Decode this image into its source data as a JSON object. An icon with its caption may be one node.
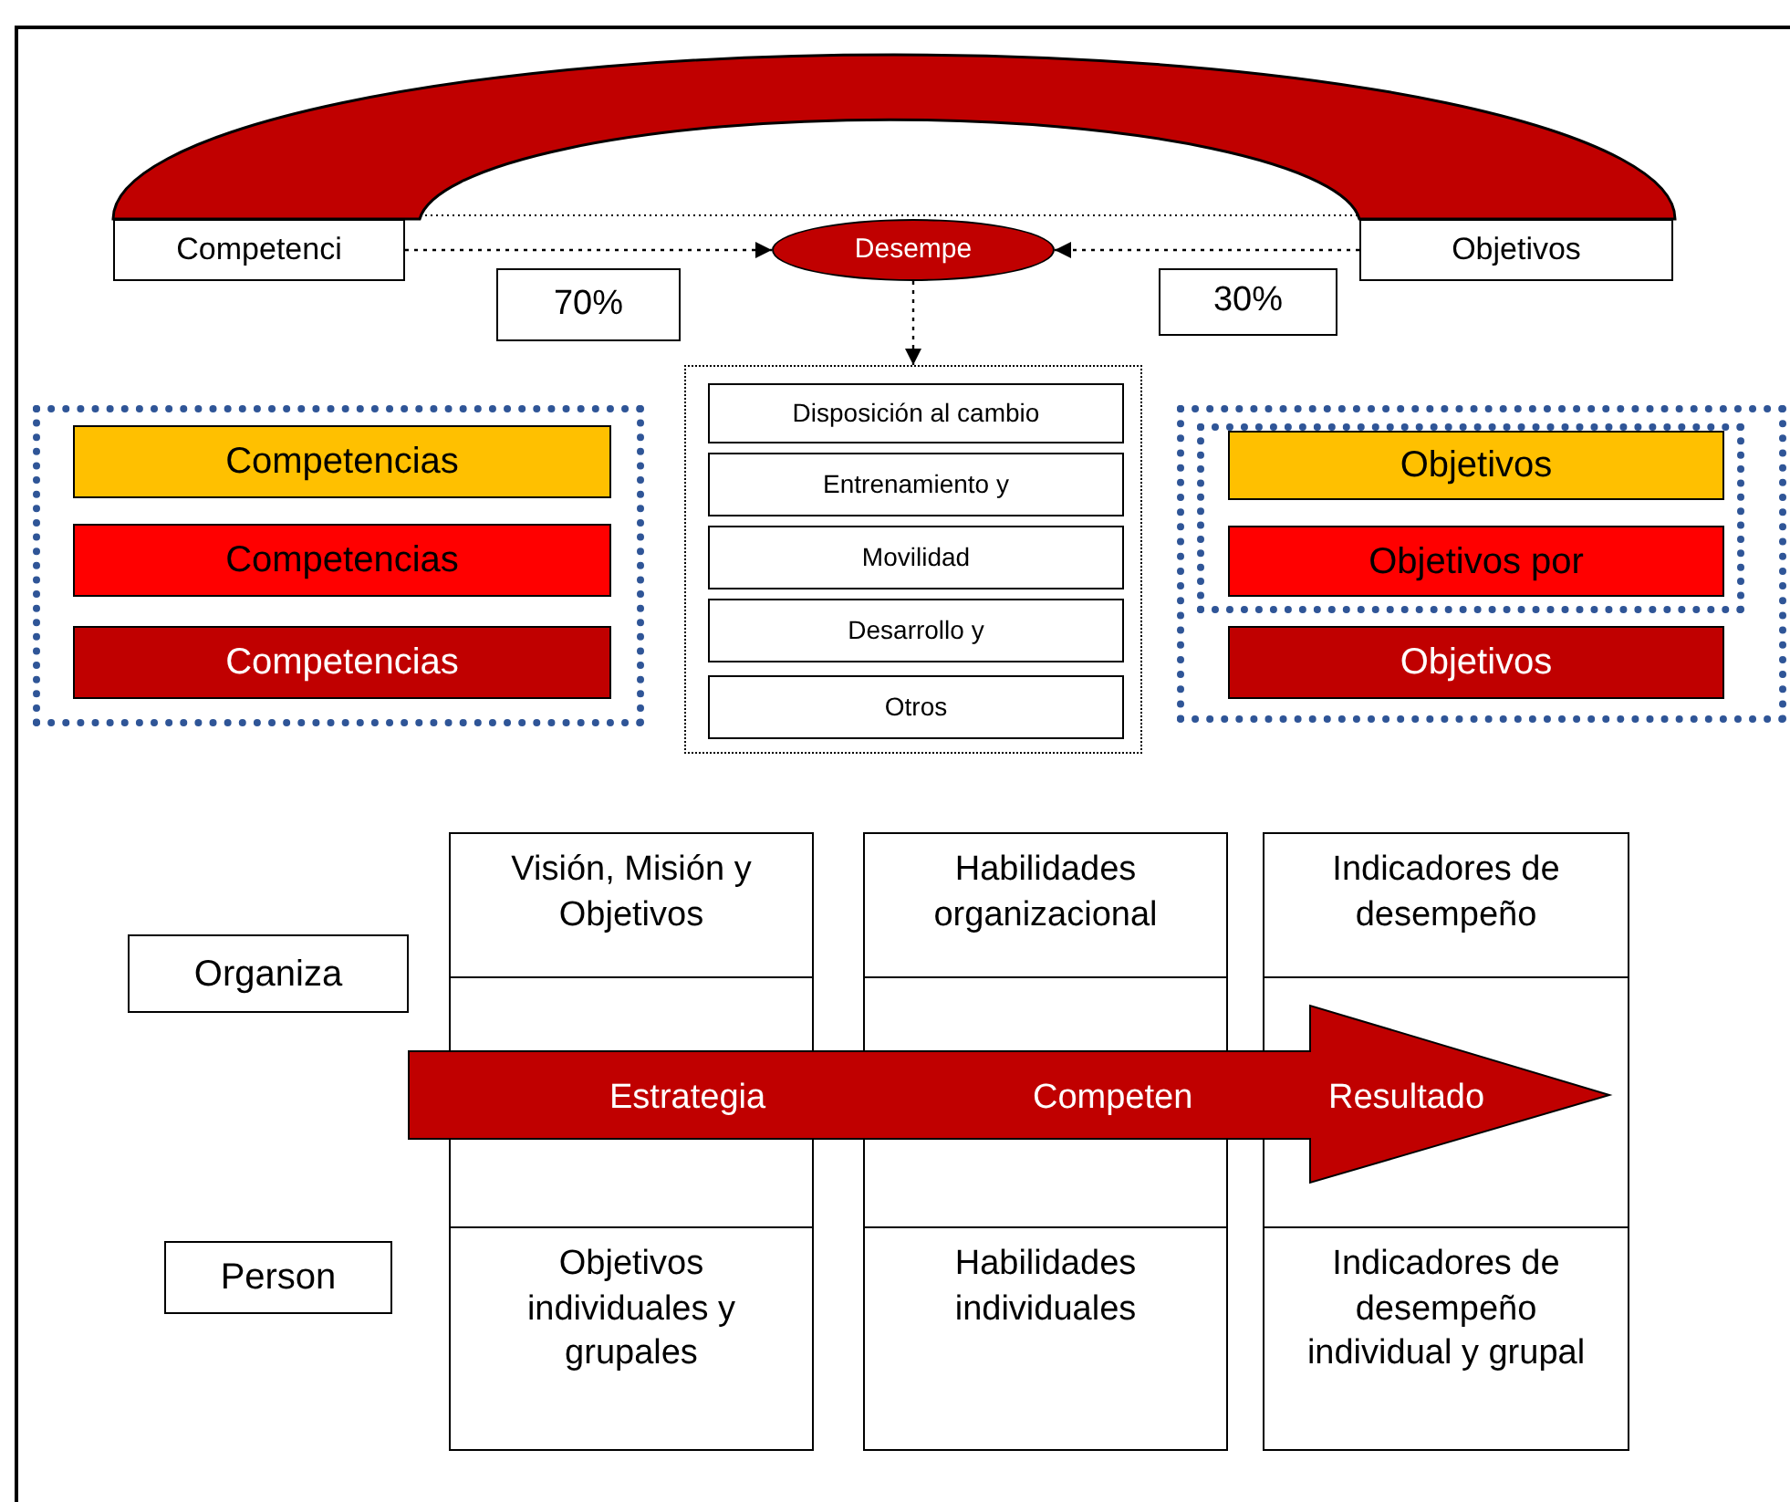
{
  "diagram": {
    "nodes": [
      {
        "text": [
          "Competenci"
        ]
      },
      {
        "text": [
          "Desempe"
        ]
      },
      {
        "text": [
          "Objetivos"
        ]
      },
      {
        "text": [
          "70%"
        ]
      },
      {
        "text": [
          "30%"
        ]
      },
      {
        "text": [],
        "shape": "box"
      },
      {
        "text": [
          "Competencias"
        ],
        "in": 5
      },
      {
        "text": [
          "Competencias"
        ],
        "in": 5
      },
      {
        "text": [
          "Competencias"
        ],
        "in": 5
      },
      {
        "text": [],
        "shape": "box"
      },
      {
        "text": [
          "Disposición al cambio"
        ],
        "in": 9
      },
      {
        "text": [
          "Entrenamiento y"
        ],
        "in": 9
      },
      {
        "text": [
          "Movilidad"
        ],
        "in": 9
      },
      {
        "text": [
          "Desarrollo y"
        ],
        "in": 9
      },
      {
        "text": [
          "Otros"
        ],
        "in": 9
      },
      {
        "text": [],
        "shape": "box"
      },
      {
        "text": [],
        "shape": "box",
        "in": 15
      },
      {
        "text": [
          "Objetivos"
        ],
        "in": 16
      },
      {
        "text": [
          "Objetivos por"
        ],
        "in": 16
      },
      {
        "text": [
          "Objetivos"
        ],
        "in": 15
      },
      {
        "text": [
          "Organiza"
        ]
      },
      {
        "text": [
          "Person"
        ]
      },
      {
        "text": [
          "Visión, Misión y Objetivos"
        ]
      },
      {
        "text": [
          "Habilidades organizacional"
        ]
      },
      {
        "text": [
          "Indicadores de desempeño"
        ]
      },
      {
        "text": [
          "Objetivos individuales y grupales"
        ]
      },
      {
        "text": [
          "Habilidades individuales"
        ]
      },
      {
        "text": [
          "Indicadores de desempeño individual y grupal"
        ]
      },
      {
        "text": [
          "Estrategia",
          "Competen",
          "Resultado"
        ]
      }
    ],
    "edges": [
      {
        "from": 0,
        "to": 1,
        "arrow": "to",
        "style": "dashed"
      },
      {
        "from": 2,
        "to": 1,
        "arrow": "to",
        "style": "dashed"
      },
      {
        "from": 1,
        "to": 9,
        "arrow": "to",
        "style": "dashed"
      }
    ]
  }
}
